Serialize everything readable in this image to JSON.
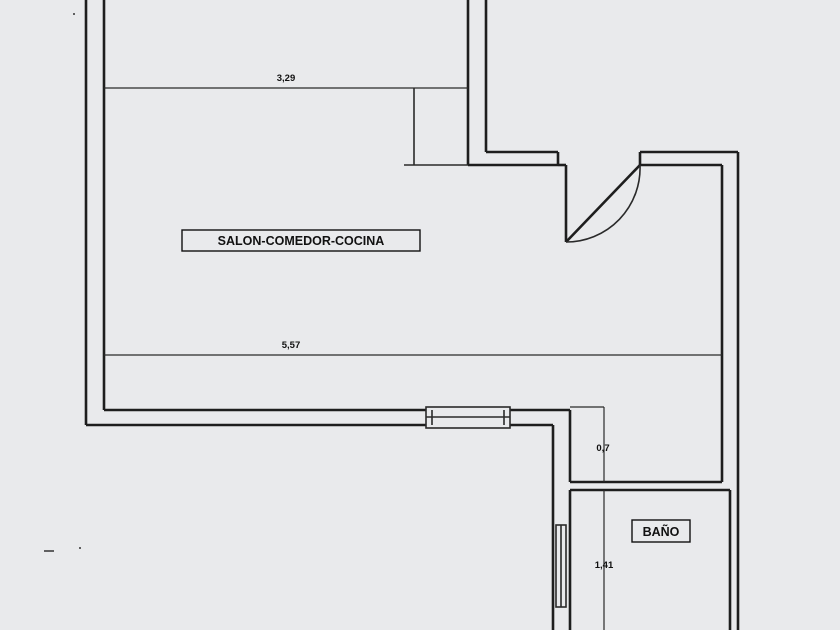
{
  "rooms": {
    "living": "SALON-COMEDOR-COCINA",
    "bath": "BAÑO"
  },
  "dimensions": {
    "top_width": "3,29",
    "main_width": "5,57",
    "bath_gap": "0,7",
    "bath_height": "1,41"
  }
}
